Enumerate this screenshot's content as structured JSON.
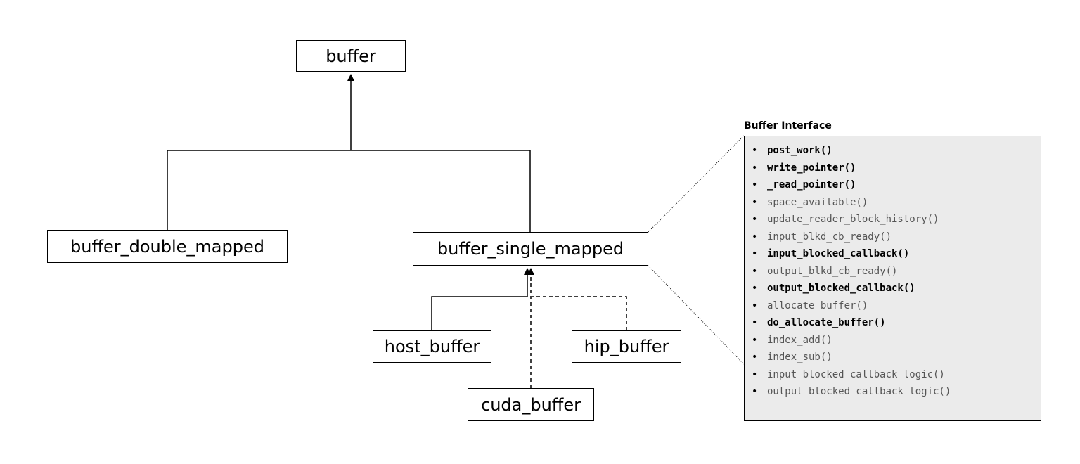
{
  "nodes": {
    "buffer": "buffer",
    "buffer_double_mapped": "buffer_double_mapped",
    "buffer_single_mapped": "buffer_single_mapped",
    "host_buffer": "host_buffer",
    "hip_buffer": "hip_buffer",
    "cuda_buffer": "cuda_buffer"
  },
  "interface": {
    "title": "Buffer Interface",
    "bullet": "•",
    "items": [
      {
        "label": "post_work()",
        "bold": true
      },
      {
        "label": "write_pointer()",
        "bold": true
      },
      {
        "label": "_read_pointer()",
        "bold": true
      },
      {
        "label": "space_available()",
        "bold": false
      },
      {
        "label": "update_reader_block_history()",
        "bold": false
      },
      {
        "label": "input_blkd_cb_ready()",
        "bold": false
      },
      {
        "label": "input_blocked_callback()",
        "bold": true
      },
      {
        "label": "output_blkd_cb_ready()",
        "bold": false
      },
      {
        "label": "output_blocked_callback()",
        "bold": true
      },
      {
        "label": "allocate_buffer()",
        "bold": false
      },
      {
        "label": "do_allocate_buffer()",
        "bold": true
      },
      {
        "label": "index_add()",
        "bold": false
      },
      {
        "label": "index_sub()",
        "bold": false
      },
      {
        "label": "input_blocked_callback_logic()",
        "bold": false
      },
      {
        "label": "output_blocked_callback_logic()",
        "bold": false
      }
    ]
  }
}
